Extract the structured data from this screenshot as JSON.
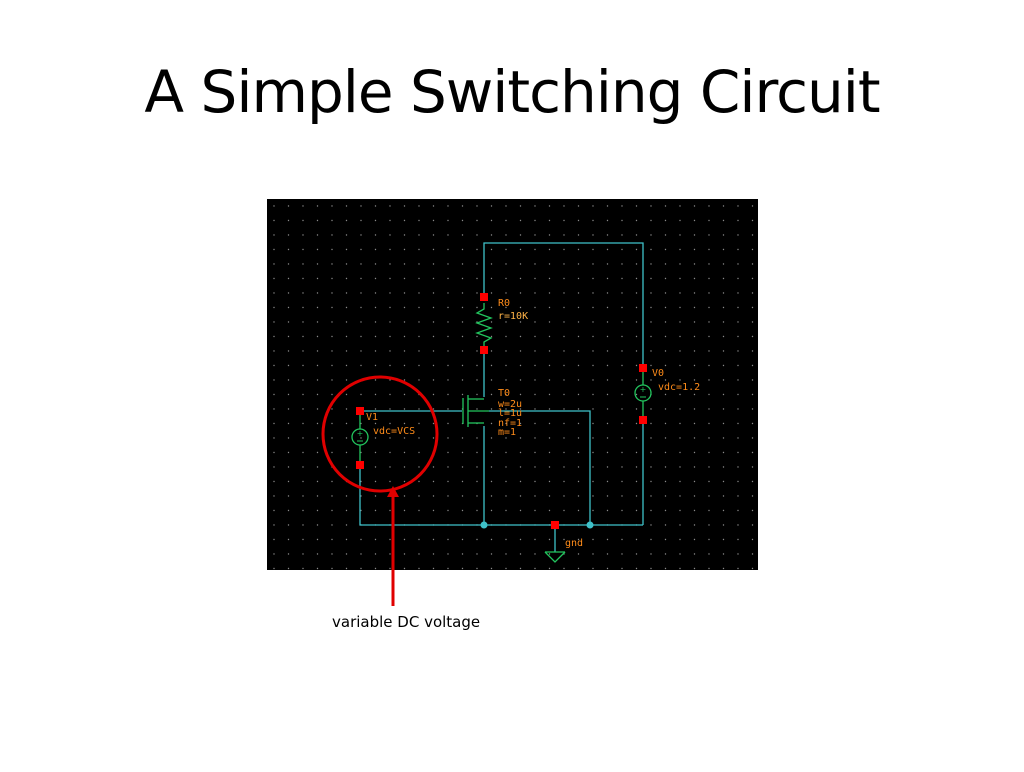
{
  "slide": {
    "title": "A Simple Switching Circuit",
    "caption": "variable DC voltage"
  },
  "schematic": {
    "background_color": "#000000",
    "wire_color": "#3fc1c9",
    "pin_color": "#ff0000",
    "label_color": "#ff8c1a",
    "device_color": "#22c55e",
    "highlight_color": "#e00000",
    "resistor": {
      "name": "R0",
      "param": "r=10K"
    },
    "transistor": {
      "name": "T0",
      "params": [
        "w=2u",
        "l=1u",
        "nf=1",
        "m=1"
      ]
    },
    "source_v0": {
      "name": "V0",
      "param": "vdc=1.2"
    },
    "source_v1": {
      "name": "V1",
      "param": "vdc=VCS"
    },
    "ground": {
      "name": "gnd"
    }
  }
}
